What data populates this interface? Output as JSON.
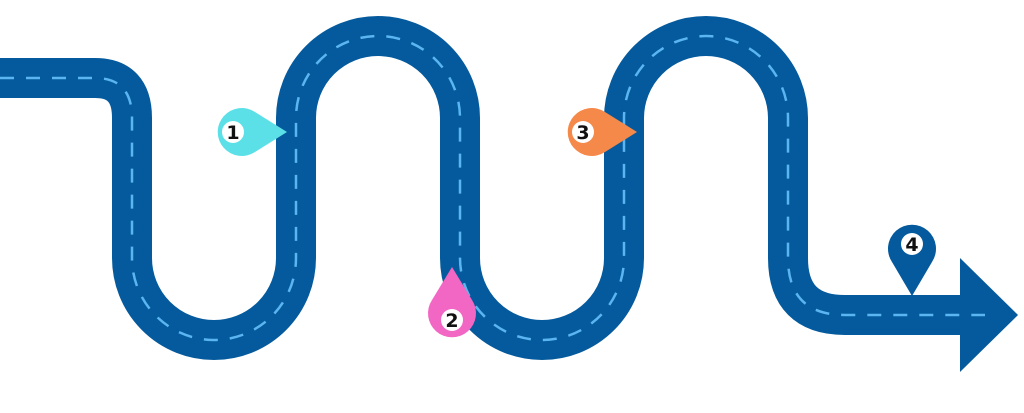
{
  "colors": {
    "road": "#045a9c",
    "lane_dash": "#5bb5f0",
    "background": "#ffffff"
  },
  "markers": [
    {
      "label": "1",
      "color": "#5ce0e8",
      "shape": "pin-pointing-right"
    },
    {
      "label": "2",
      "color": "#f267c3",
      "shape": "pin-pointing-up"
    },
    {
      "label": "3",
      "color": "#f5894a",
      "shape": "pin-pointing-right"
    },
    {
      "label": "4",
      "color": "#045a9c",
      "shape": "pin-pointing-down"
    }
  ]
}
